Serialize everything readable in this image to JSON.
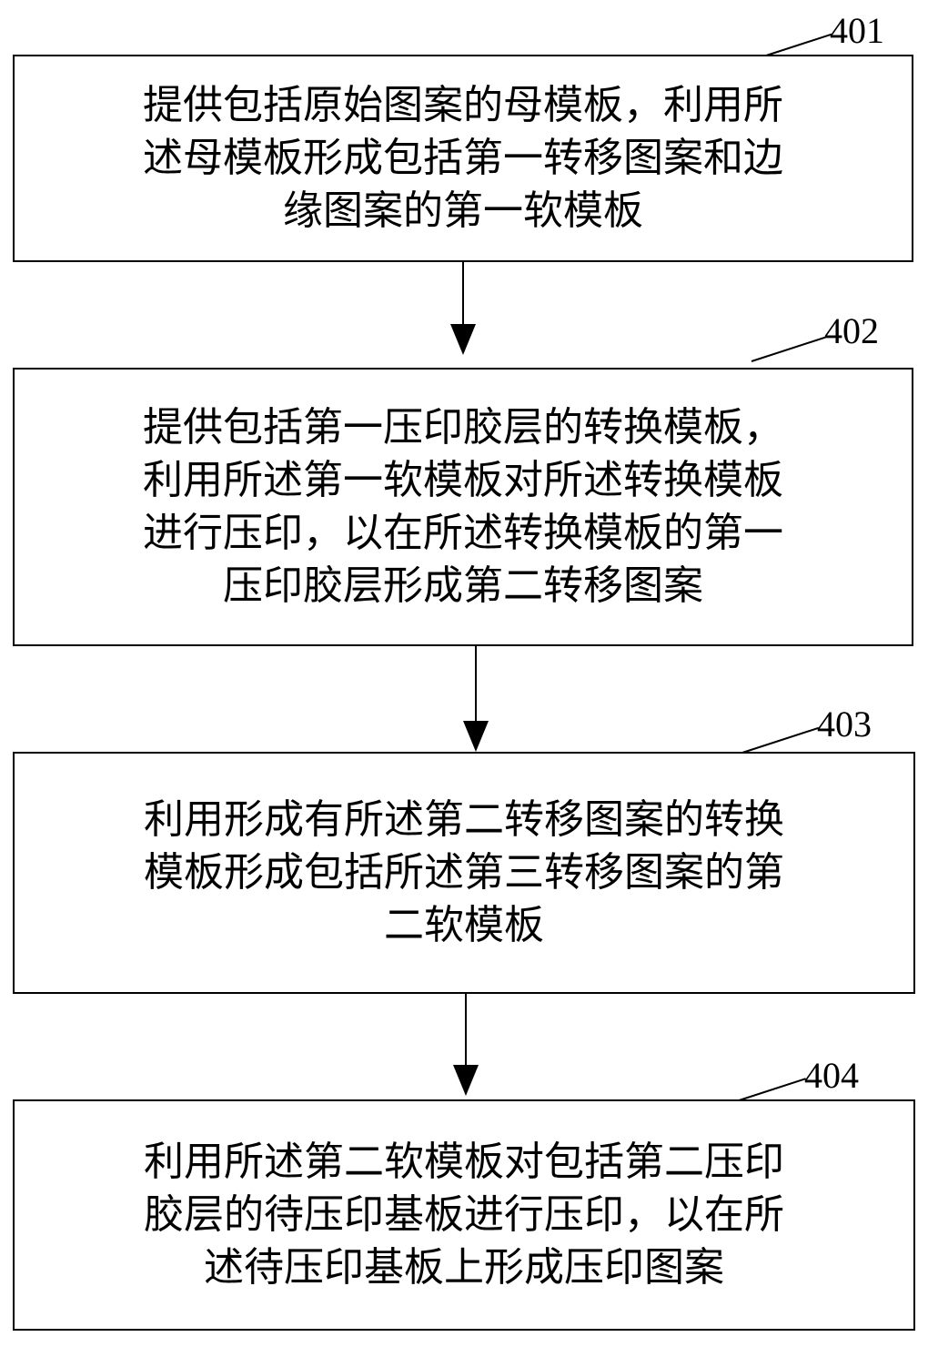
{
  "steps": [
    {
      "number": "401",
      "lines": [
        "提供包括原始图案的母模板，利用所",
        "述母模板形成包括第一转移图案和边",
        "缘图案的第一软模板"
      ]
    },
    {
      "number": "402",
      "lines": [
        "提供包括第一压印胶层的转换模板，",
        "利用所述第一软模板对所述转换模板",
        "进行压印，以在所述转换模板的第一",
        "压印胶层形成第二转移图案"
      ]
    },
    {
      "number": "403",
      "lines": [
        "利用形成有所述第二转移图案的转换",
        "模板形成包括所述第三转移图案的第",
        "二软模板"
      ]
    },
    {
      "number": "404",
      "lines": [
        "利用所述第二软模板对包括第二压印",
        "胶层的待压印基板进行压印，以在所",
        "述待压印基板上形成压印图案"
      ]
    }
  ]
}
